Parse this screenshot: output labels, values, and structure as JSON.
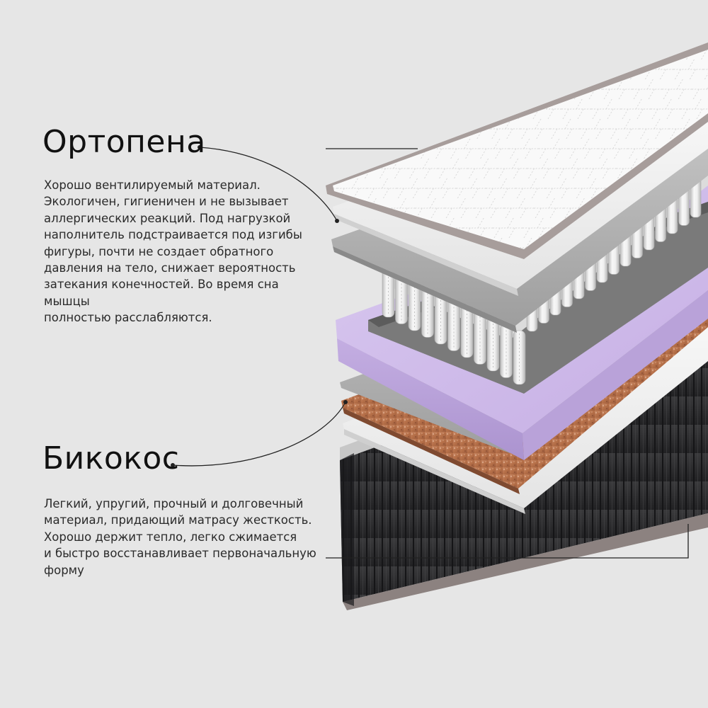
{
  "layers": [
    {
      "title": "Ортопена",
      "description": "Хорошо вентилируемый материал.\nЭкологичен, гигиеничен и не вызывает\nаллергических реакций. Под нагрузкой\nнаполнитель подстраивается под изгибы\nфигуры, почти не создает обратного\nдавления на тело, снижает вероятность\nзатекания конечностей. Во время сна мышцы\nполностью расслабляются."
    },
    {
      "title": "Бикокос",
      "description": "Легкий, упругий, прочный и долговечный\nматериал, придающий матрасу жесткость.\nХорошо держит тепло, легко сжимается\nи быстро восстанавливает первоначальную\nформу"
    }
  ],
  "colors": {
    "background": "#e6e6e6",
    "purple_foam": "#c9b3e6",
    "coconut": "#b9734e",
    "jacquard_dark": "#2b2b2d",
    "border_taupe": "#a79d9b"
  }
}
